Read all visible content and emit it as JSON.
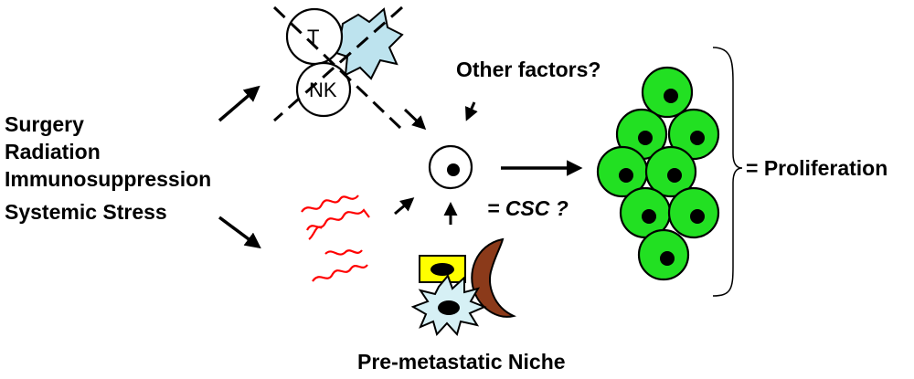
{
  "causes": [
    "Surgery",
    "Radiation",
    "Immunosuppression",
    "Systemic Stress"
  ],
  "immune_cells": {
    "t_cell": "T",
    "nk_cell": "NK"
  },
  "labels": {
    "other_factors": "Other factors?",
    "csc": "= CSC ?",
    "proliferation": "= Proliferation",
    "niche": "Pre-metastatic Niche"
  },
  "colors": {
    "proliferating_cell": "#22e022",
    "nucleus": "#000000",
    "dendritic_cell": "#bde3ee",
    "matrix_fibers": "#ff0000",
    "niche_cell_yellow": "#ffff00",
    "macrophage": "#8b3a1a",
    "spiky_cell": "#d6f0f5"
  }
}
